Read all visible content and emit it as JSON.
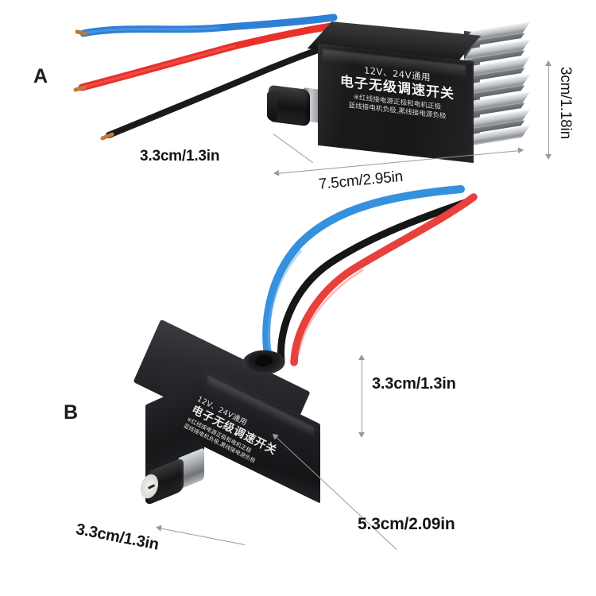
{
  "page": {
    "background_color": "#ffffff",
    "description": "Product photo of two DC motor speed controllers with dimension callouts"
  },
  "markers": [
    {
      "id": "a",
      "label": "A"
    },
    {
      "id": "b",
      "label": "B"
    }
  ],
  "device_label": {
    "line1": "12V、24V通用",
    "line2": "电子无级调速开关",
    "line3": "※红线接电源正极和电机正极",
    "line4": "蓝线接电机负极,黑线接电源负极"
  },
  "device_a": {
    "marker": "A",
    "dimensions": {
      "depth": "3.3cm/1.3in",
      "width": "7.5cm/2.95in",
      "height": "3cm/1.18in"
    },
    "wires": [
      {
        "name": "blue-wire",
        "color": "#2f7fd6"
      },
      {
        "name": "red-wire",
        "color": "#e8312a"
      },
      {
        "name": "black-wire",
        "color": "#1a1a1a"
      }
    ],
    "parts": {
      "knob": "speed-control-knob",
      "heatsink": "aluminum-heatsink",
      "nut": "mounting-nut"
    },
    "colors": {
      "body": "#1a1a1c",
      "heatsink": "#c2c5c9"
    }
  },
  "device_b": {
    "marker": "B",
    "dimensions": {
      "height": "3.3cm/1.3in",
      "length": "5.3cm/2.09in",
      "depth": "3.3cm/1.3in"
    },
    "wires": [
      {
        "name": "blue-wire",
        "color": "#3590de"
      },
      {
        "name": "black-wire",
        "color": "#161616"
      },
      {
        "name": "red-wire",
        "color": "#e8413c"
      }
    ],
    "parts": {
      "knob": "speed-control-knob",
      "grommet": "wire-grommet",
      "nut": "mounting-nut"
    },
    "colors": {
      "body": "#1c1d20"
    }
  },
  "callout_color": "#9a9a9a"
}
